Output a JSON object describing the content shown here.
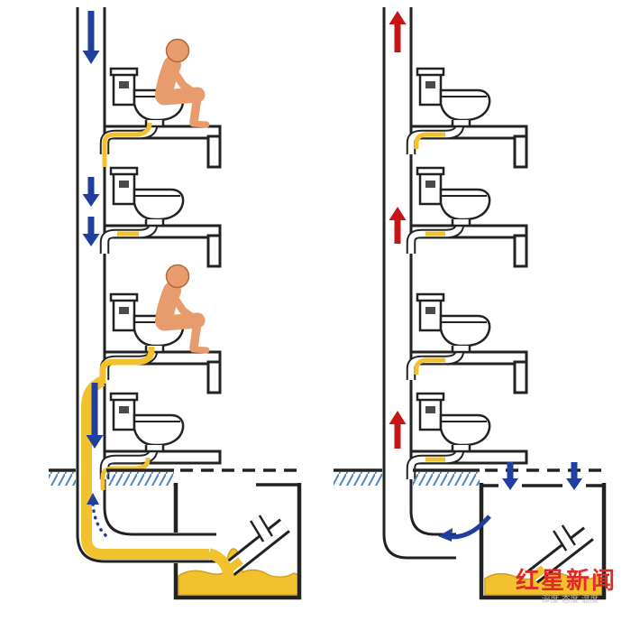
{
  "watermark": {
    "brand": "红星新闻",
    "tagline": "深度 态度 温度"
  },
  "diagram": {
    "description": "Two-panel plumbing schematic of a multi-storey soil stack: left panel shows sewage flushed from upper-floor toilets falling down the stack into the septic tank; right panel shows air/pressure rising up the same stack with water seals intact.",
    "left_panel": {
      "floors": 4,
      "flow_direction": "down",
      "occupied_floors": [
        1,
        3
      ],
      "elements": [
        "down-arrows",
        "falling-sewage-stream",
        "septic-tank",
        "ground-hatching",
        "dotted-suction-arrow"
      ]
    },
    "right_panel": {
      "floors": 4,
      "flow_direction": "up",
      "elements": [
        "up-arrows",
        "water-seals",
        "septic-tank",
        "tank-vent-arrows",
        "return-air-arrow"
      ]
    }
  },
  "colors": {
    "pipe_outline": "#222222",
    "down_arrow_blue": "#1f3e9e",
    "up_arrow_red": "#c41616",
    "sewage_yellow": "#f2c12e",
    "skin_orange": "#e89b6c",
    "ground_hatch_blue": "#4d84c4",
    "watermark_red": "#df2b24"
  }
}
